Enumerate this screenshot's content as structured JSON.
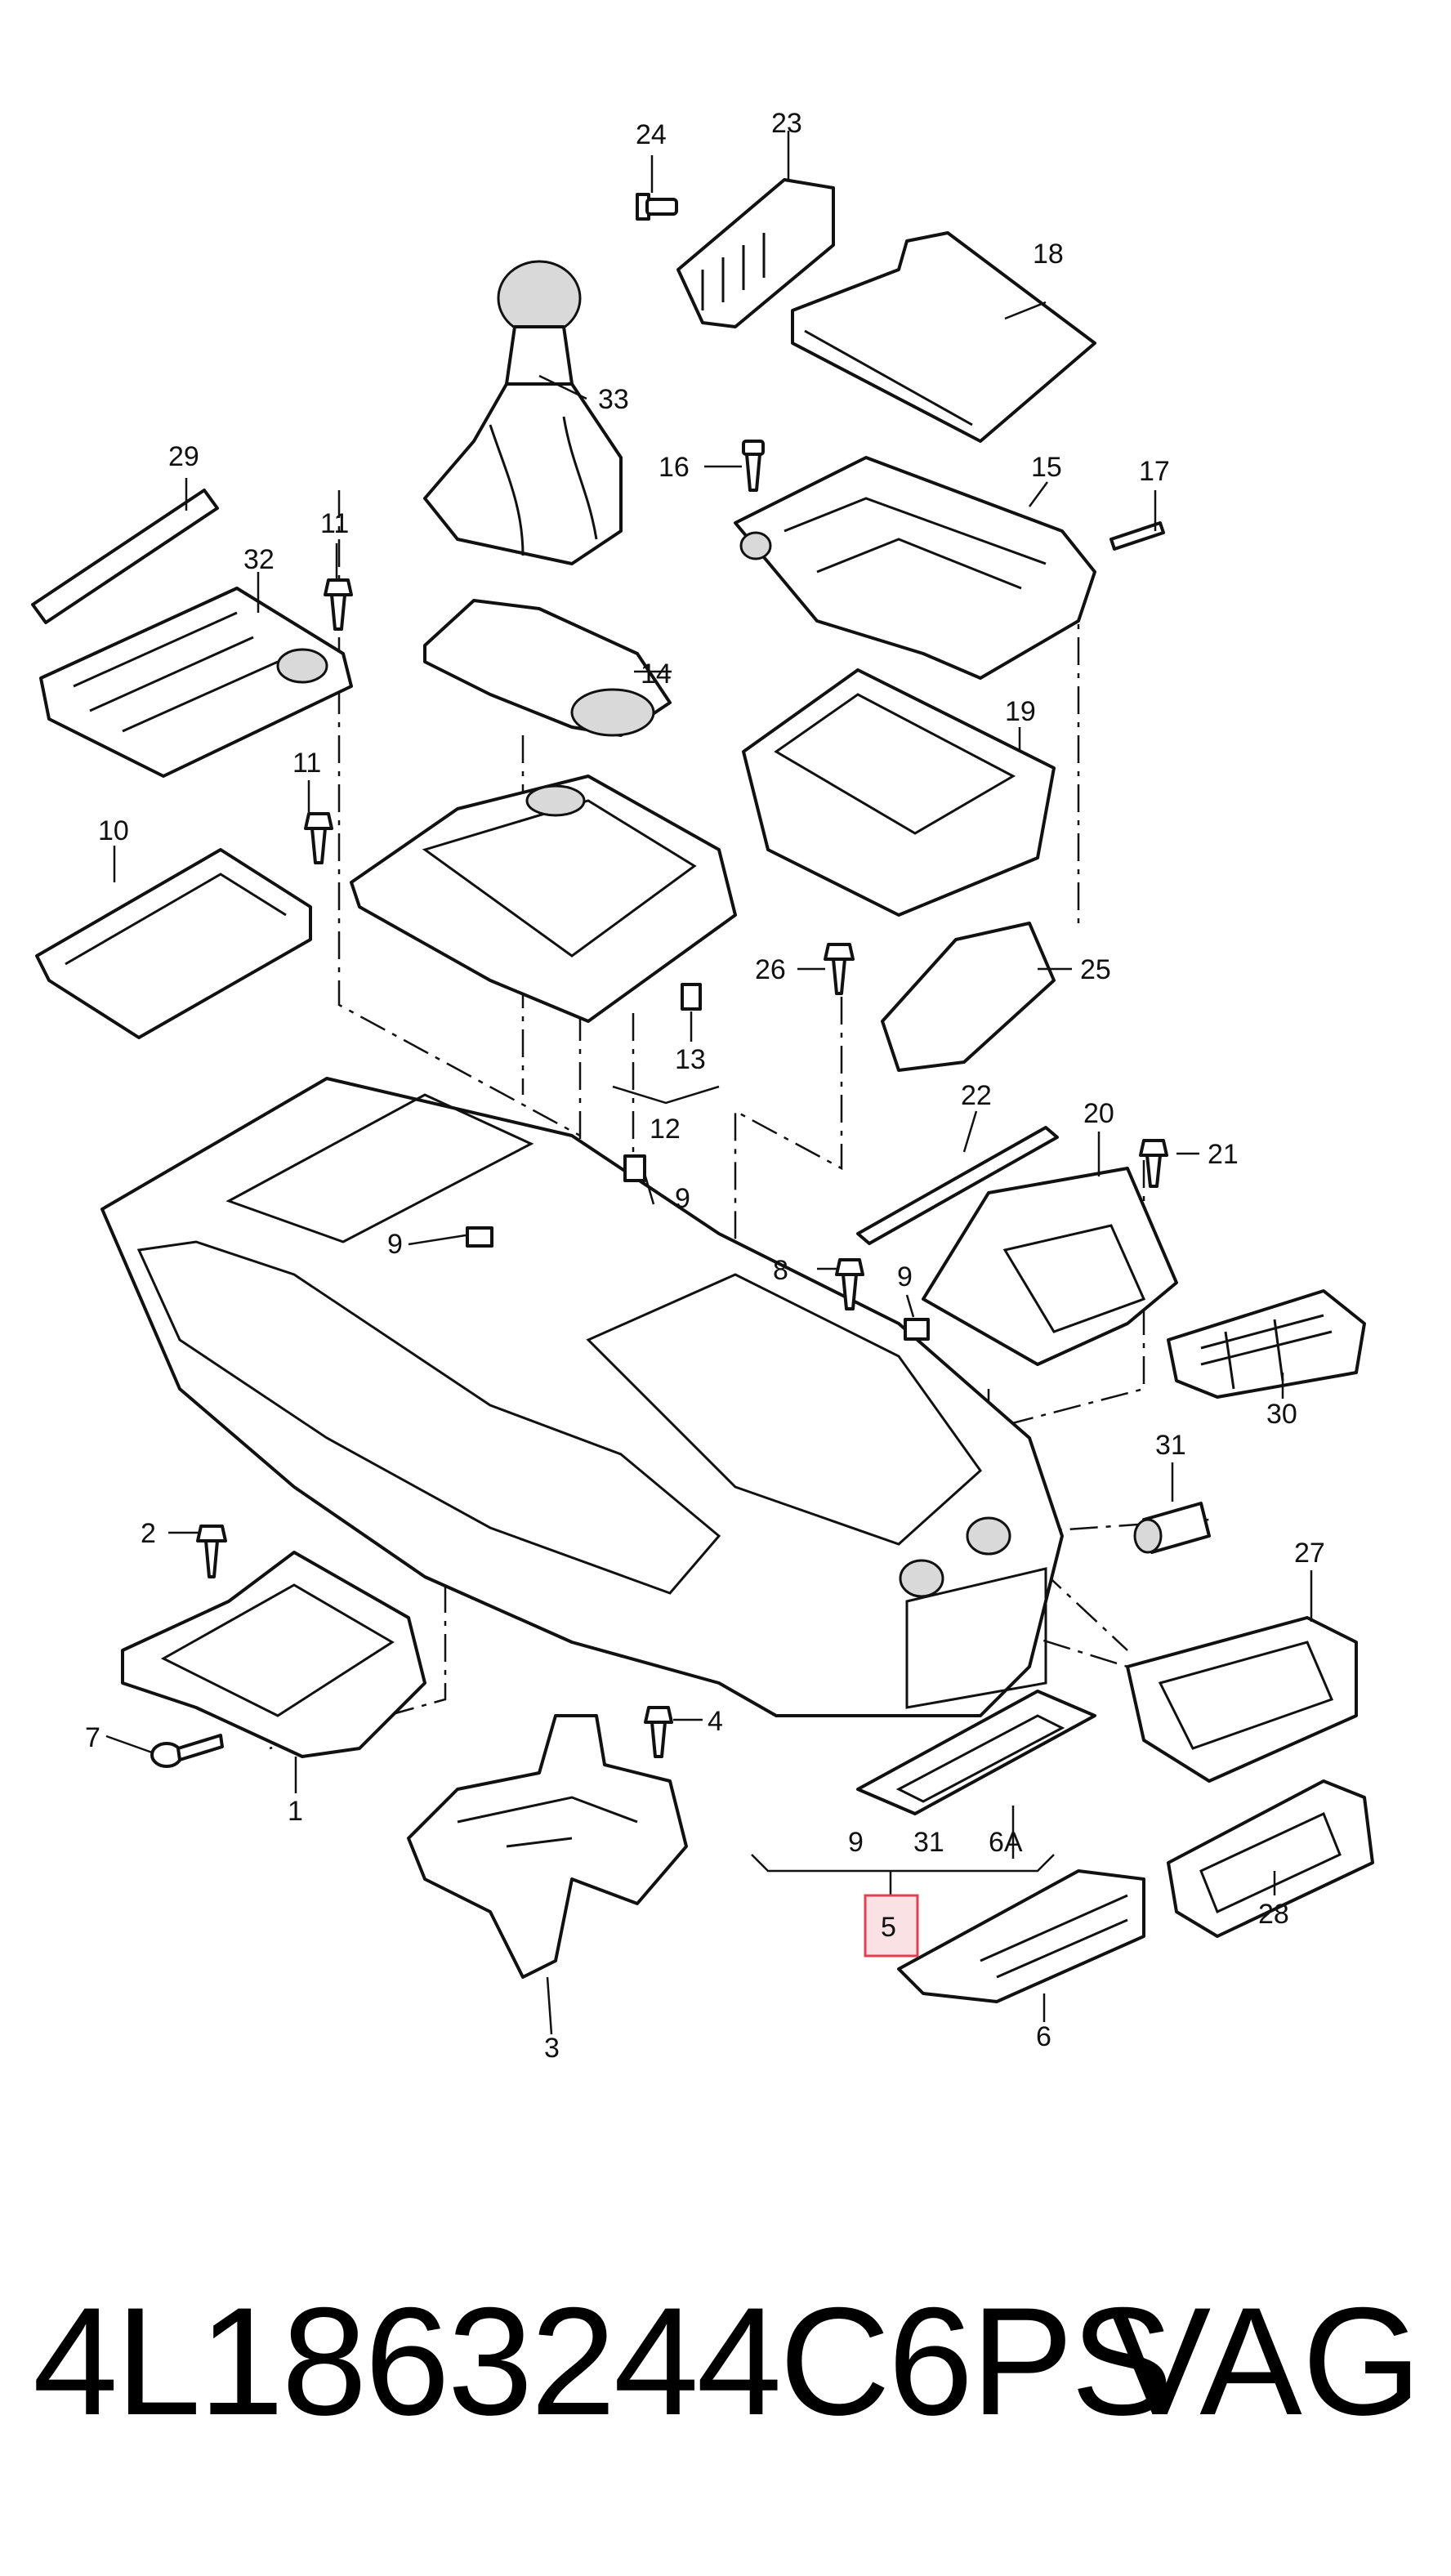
{
  "callouts": {
    "c1": "1",
    "c2": "2",
    "c3": "3",
    "c4": "4",
    "c5": "5",
    "c6": "6",
    "c6a": "6A",
    "c7": "7",
    "c8": "8",
    "c9a": "9",
    "c9b": "9",
    "c9c": "9",
    "c10": "10",
    "c11a": "11",
    "c11b": "11",
    "c12": "12",
    "c13": "13",
    "c14": "14",
    "c15": "15",
    "c16": "16",
    "c17": "17",
    "c18": "18",
    "c19": "19",
    "c20": "20",
    "c21": "21",
    "c22": "22",
    "c23": "23",
    "c24": "24",
    "c25": "25",
    "c26": "26",
    "c27": "27",
    "c28": "28",
    "c29": "29",
    "c30": "30",
    "c31a": "31",
    "c31b": "31",
    "c32": "32",
    "c33": "33"
  },
  "highlighted_part": "5",
  "footer": {
    "part_number": "4L1863244C6PS",
    "brand": "VAG"
  }
}
